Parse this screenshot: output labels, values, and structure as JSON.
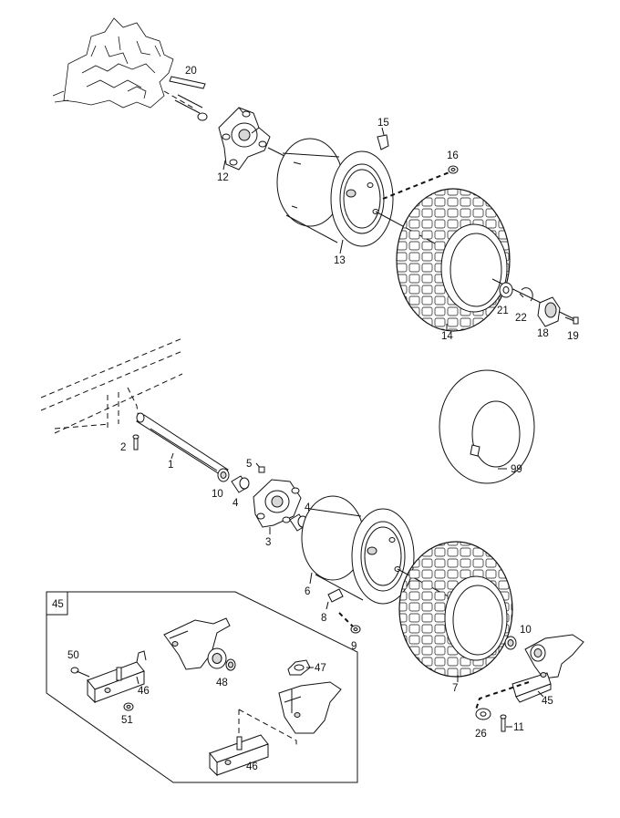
{
  "labels": {
    "p1": "1",
    "p2": "2",
    "p3": "3",
    "p4a": "4",
    "p4b": "4",
    "p5": "5",
    "p6": "6",
    "p7": "7",
    "p8": "8",
    "p9": "9",
    "p10a": "10",
    "p10b": "10",
    "p11": "11",
    "p12": "12",
    "p13": "13",
    "p14": "14",
    "p15": "15",
    "p16": "16",
    "p18": "18",
    "p19": "19",
    "p20": "20",
    "p21": "21",
    "p22": "22",
    "p26": "26",
    "p45box": "45",
    "p45": "45",
    "p46a": "46",
    "p46b": "46",
    "p47": "47",
    "p48": "48",
    "p50": "50",
    "p51": "51",
    "p99": "99"
  },
  "colors": {
    "line": "#111111",
    "background": "#ffffff",
    "shade": "#d8d8d8"
  }
}
